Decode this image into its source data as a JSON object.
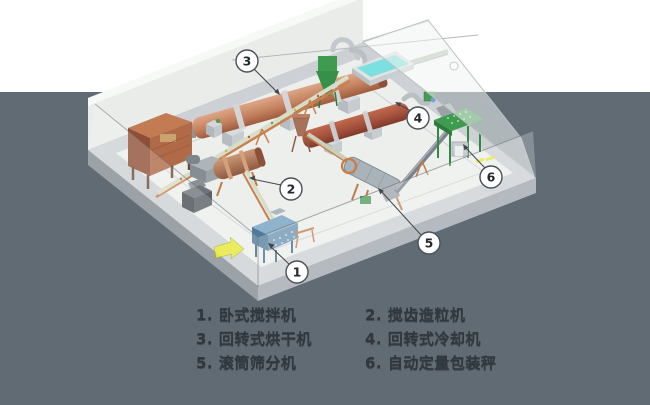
{
  "scene": {
    "callouts": [
      {
        "num": "1"
      },
      {
        "num": "2"
      },
      {
        "num": "3"
      },
      {
        "num": "4"
      },
      {
        "num": "5"
      },
      {
        "num": "6"
      }
    ]
  },
  "legend": {
    "items": [
      {
        "text": "1. 卧式搅拌机"
      },
      {
        "text": "2. 搅齿造粒机"
      },
      {
        "text": "3. 回转式烘干机"
      },
      {
        "text": "4. 回转式冷却机"
      },
      {
        "text": "5. 滚筒筛分机"
      },
      {
        "text": "6. 自动定量包装秤"
      }
    ]
  },
  "colors": {
    "background_top": "#ffffff",
    "background_bottom": "#606b74",
    "floor": "#edefec",
    "platform": "#cdd1d5",
    "dryer_salmon": "#c78a6d",
    "cooler_red": "#a5513c",
    "furnace_brick": "#b06a48",
    "machine_green": "#3f9b50",
    "tank_cyan": "#7ce0e0",
    "mixer_blue": "#6792b0",
    "conveyor_orange": "#c9804f",
    "highlight_yellow": "#e6e636"
  }
}
